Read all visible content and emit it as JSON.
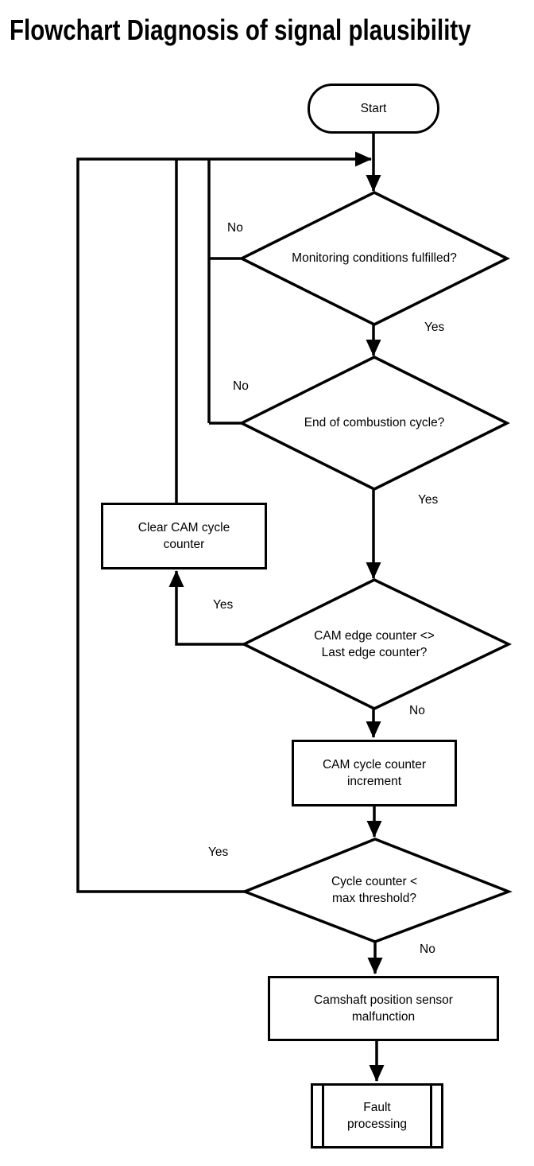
{
  "title": "Flowchart Diagnosis of signal plausibility",
  "colors": {
    "line": "#000000",
    "text": "#000000",
    "background": "#ffffff"
  },
  "nodes": {
    "start": {
      "type": "terminator",
      "label": "Start"
    },
    "monitoring": {
      "type": "decision",
      "label": "Monitoring conditions fulfilled?"
    },
    "combustion": {
      "type": "decision",
      "label": "End of combustion cycle?"
    },
    "clear_counter": {
      "type": "process",
      "label": "Clear CAM cycle\ncounter"
    },
    "edge_counter": {
      "type": "decision",
      "label": "CAM edge counter <>\nLast edge counter?"
    },
    "increment": {
      "type": "process",
      "label": "CAM cycle counter\nincrement"
    },
    "threshold": {
      "type": "decision",
      "label": "Cycle counter <\nmax threshold?"
    },
    "malfunction": {
      "type": "process",
      "label": "Camshaft position sensor\nmalfunction"
    },
    "fault": {
      "type": "predefined_process",
      "label": "Fault\nprocessing"
    }
  },
  "edge_labels": {
    "monitoring_no": "No",
    "monitoring_yes": "Yes",
    "combustion_no": "No",
    "combustion_yes": "Yes",
    "edge_counter_yes": "Yes",
    "edge_counter_no": "No",
    "threshold_yes": "Yes",
    "threshold_no": "No"
  }
}
